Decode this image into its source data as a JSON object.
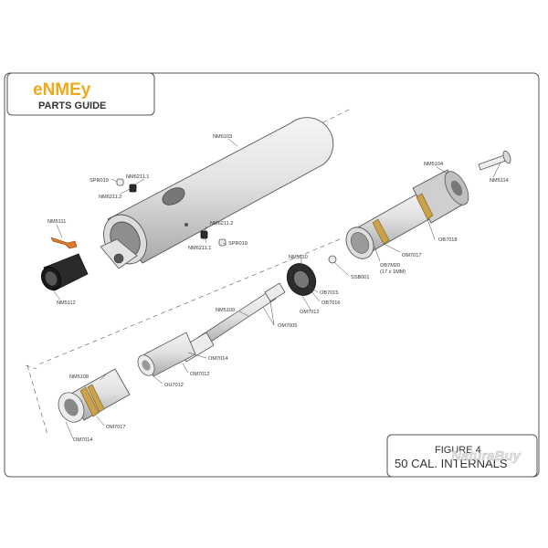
{
  "brand": {
    "logo_text": "eNMEy",
    "subtitle": "PARTS GUIDE",
    "logo_color": "#f0a818"
  },
  "figure": {
    "line1": "FIGURE 4",
    "line2": "50 CAL. INTERNALS"
  },
  "watermark": "NaturaBuy",
  "parts": {
    "nm6103": "NM6103",
    "spr019_a": "SPR019",
    "nm6211_1_a": "NM6211.1",
    "nm6211_2_a": "NM6211.2",
    "nm6211_2_b": "NM6211.2",
    "nm6211_1_b": "NM6211.1",
    "spr019_b": "SPR019",
    "nm5111": "NM5111",
    "nm5112": "NM5112",
    "nm5104": "NM5104",
    "nm5114": "NM5114",
    "ob7018": "OB7018",
    "om7017_a": "OM7017",
    "ob7m20": "OB7M20",
    "ob7m20_size": "(17 x 1MM)",
    "nm5110": "NM5110",
    "ssb001": "SSB001",
    "ob7015": "OB7015",
    "ob7016": "OB7016",
    "om7012_a": "OM7012",
    "nm5109": "NM5109",
    "om7005": "OM7005",
    "om7014_a": "OM7014",
    "om7012_b": "OM7012",
    "ou7012": "OU7012",
    "nm5108": "NM5108",
    "om7017_b": "OM7017",
    "om7014_b": "OM7014"
  }
}
